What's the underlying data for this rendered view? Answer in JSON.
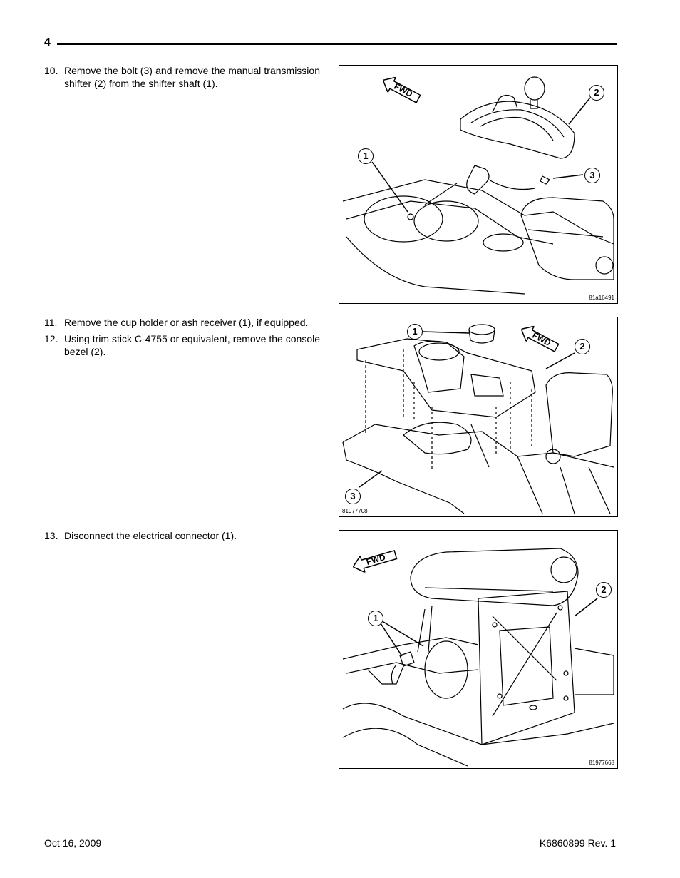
{
  "header": {
    "page_number": "4"
  },
  "steps": [
    {
      "number": "10.",
      "text": "Remove the bolt (3) and remove the manual transmission shifter (2) from the shifter shaft (1)."
    },
    {
      "number": "11.",
      "text": "Remove the cup holder or ash receiver (1), if equipped."
    },
    {
      "number": "12.",
      "text": "Using trim stick C-4755 or equivalent, remove the console bezel (2)."
    },
    {
      "number": "13.",
      "text": "Disconnect the electrical connector (1)."
    }
  ],
  "figures": [
    {
      "id": "81a16491",
      "fwd": "FWD",
      "callouts": [
        "1",
        "2",
        "3"
      ]
    },
    {
      "id": "81977708",
      "fwd": "FWD",
      "callouts": [
        "1",
        "2",
        "3"
      ]
    },
    {
      "id": "81977668",
      "fwd": "FWD",
      "callouts": [
        "1",
        "2"
      ]
    }
  ],
  "footer": {
    "date": "Oct 16, 2009",
    "doc_rev": "K6860899 Rev. 1"
  }
}
